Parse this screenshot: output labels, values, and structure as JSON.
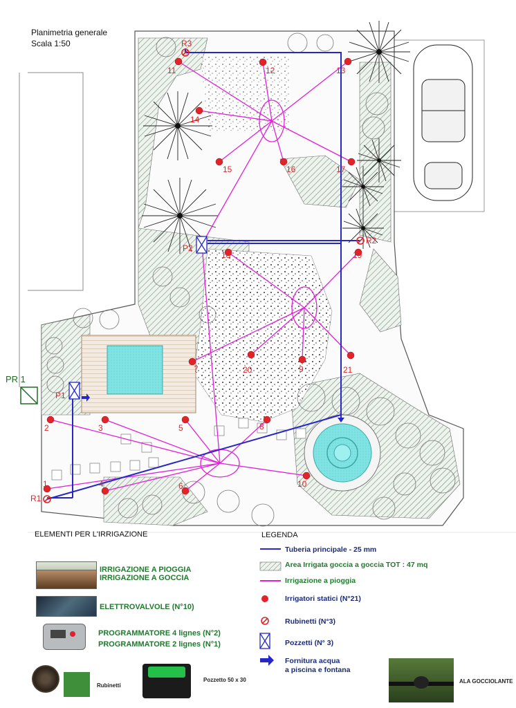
{
  "header": {
    "title": "Planimetria generale",
    "scale": "Scala 1:50"
  },
  "plan": {
    "sprinkler_labels": [
      "1",
      "2",
      "3",
      "4",
      "5",
      "6",
      "7",
      "8",
      "9",
      "10",
      "11",
      "12",
      "13",
      "14",
      "15",
      "16",
      "17",
      "18",
      "19",
      "20",
      "21"
    ],
    "valve_labels": [
      "R1",
      "R2",
      "R3"
    ],
    "pit_labels": [
      "P1",
      "P2"
    ],
    "pr_label": "PR 1"
  },
  "elements": {
    "title": "ELEMENTI PER L'IRRIGAZIONE",
    "items": [
      {
        "label": "IRRIGAZIONE A PIOGGIA"
      },
      {
        "label": "IRRIGAZIONE A GOCCIA"
      },
      {
        "label": "ELETTROVALVOLE (N°10)"
      },
      {
        "label": "PROGRAMMATORE 4 lignes (N°2)"
      },
      {
        "label": "PROGRAMMATORE 2 lignes (N°1)"
      }
    ],
    "rubinetti": "Rubinetti",
    "pozzetto": "Pozzetto 50 x 30",
    "ala": "ALA GOCCIOLANTE"
  },
  "legend": {
    "title": "LEGENDA",
    "items": [
      {
        "label": "Tuberia principale - 25 mm"
      },
      {
        "label": "Area Irrigata goccia a goccia TOT : 47 mq"
      },
      {
        "label": "Irrigazione  a pioggia"
      },
      {
        "label": "Irrigatori statici (N°21)"
      },
      {
        "label": "Rubinetti (N°3)"
      },
      {
        "label": "Pozzetti (N° 3)"
      },
      {
        "label": "Fornitura acqua"
      },
      {
        "label": "a piscina e fontana"
      }
    ]
  },
  "colors": {
    "pipe": "#2727c8",
    "spray": "#e020d8",
    "sprinkler": "#e0242a",
    "green_text": "#1f7a2c",
    "hatch": "#2f6f3a"
  }
}
